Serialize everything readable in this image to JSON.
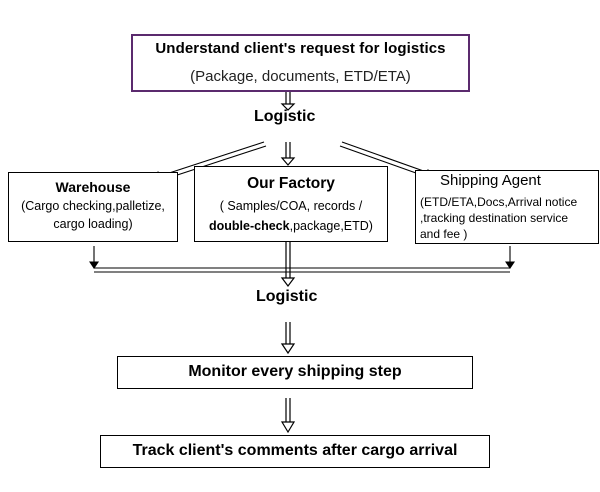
{
  "top": {
    "title": "Understand client's request for logistics",
    "subtitle": "(Package, documents, ETD/ETA)"
  },
  "logistic_1": "Logistic",
  "warehouse": {
    "title": "Warehouse",
    "line1": "(Cargo checking,palletize,",
    "line2": "cargo loading)"
  },
  "factory": {
    "title": "Our Factory",
    "line1": "( Samples/COA, records /",
    "line2_bold": "double-check",
    "line2_rest": ",package,ETD)"
  },
  "agent": {
    "title": "Shipping Agent",
    "line1": "(ETD/ETA,Docs,Arrival notice",
    "line2": ",tracking destination service",
    "line3": "and fee )"
  },
  "logistic_2": "Logistic",
  "monitor": "Monitor every shipping step",
  "track": "Track client's comments after cargo arrival",
  "colors": {
    "top_box_border": "#5b2a6e",
    "line": "#000000"
  }
}
